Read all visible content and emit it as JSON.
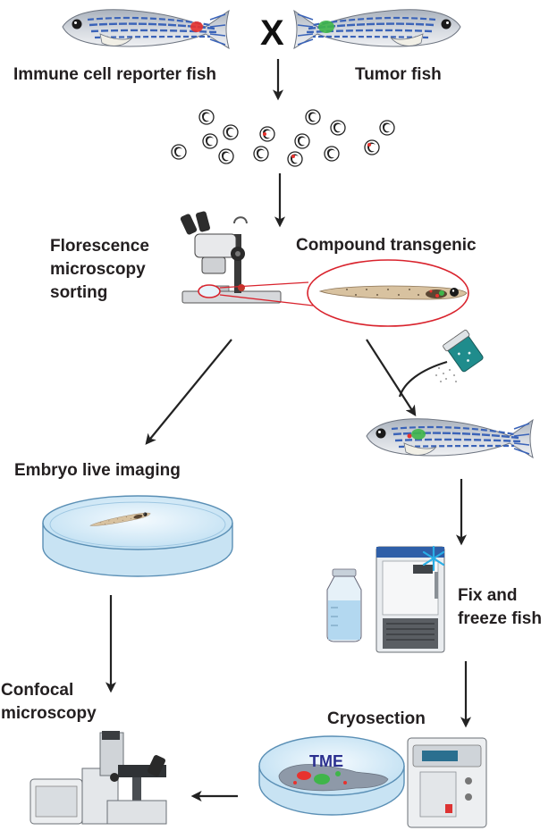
{
  "labels": {
    "immune_reporter": "Immune cell reporter fish",
    "cross": "X",
    "tumor_fish": "Tumor fish",
    "sorting_line1": "Florescence",
    "sorting_line2": "microscopy",
    "sorting_line3": "sorting",
    "compound": "Compound transgenic",
    "embryo_imaging": "Embryo live imaging",
    "fix_line1": "Fix and",
    "fix_line2": "freeze fish",
    "confocal_line1": "Confocal",
    "confocal_line2": "microscopy",
    "cryosection": "Cryosection",
    "tme": "TME"
  },
  "colors": {
    "fish_stripe": "#3a63b8",
    "fish_body": "#c9ced6",
    "red_cells": "#e8322e",
    "green_tumor": "#3fb54a",
    "dish_blue": "#cfe7f5",
    "ring_red": "#d9232d",
    "freezer": "#2f5fa8",
    "snowflake": "#29aee6"
  },
  "icons": {
    "cross": "cross-symbol",
    "embryos": "embryo-cluster-icon",
    "microscope": "stereo-microscope-icon",
    "larva": "transgenic-larva-icon",
    "drug": "drug-bottle-icon",
    "freezer": "freezer-icon",
    "bottle": "fixative-bottle-icon",
    "cryostat": "cryostat-icon",
    "confocal": "confocal-microscope-icon",
    "dish": "petri-dish-icon"
  }
}
